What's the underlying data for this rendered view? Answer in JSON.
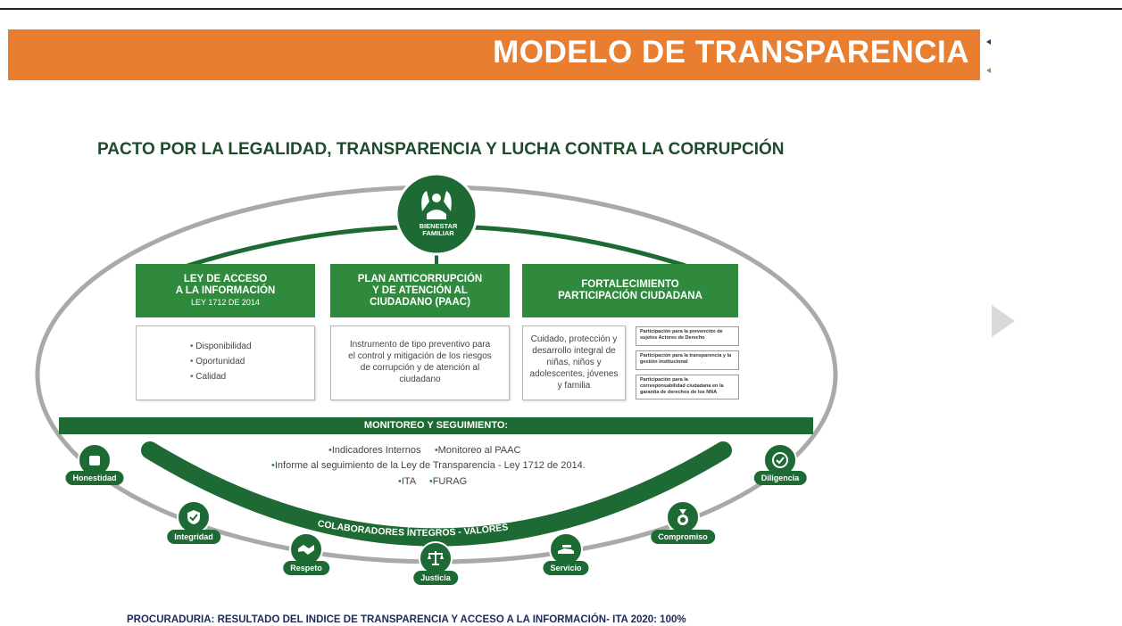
{
  "header": {
    "title": "MODELO DE TRANSPARENCIA"
  },
  "diagram": {
    "title": "PACTO POR LA LEGALIDAD, TRANSPARENCIA Y LUCHA CONTRA LA CORRUPCIÓN",
    "logo": {
      "line1": "BIENESTAR",
      "line2": "FAMILIAR"
    },
    "boxes": [
      {
        "title": "LEY DE ACCESO\nA LA INFORMACIÓN",
        "subtitle": "LEY 1712 DE 2014",
        "items": [
          "Disponibilidad",
          "Oportunidad",
          "Calidad"
        ]
      },
      {
        "title": "PLAN ANTICORRUPCIÓN\nY DE ATENCIÓN AL\nCIUDADANO (PAAC)",
        "body": "Instrumento de tipo preventivo para el control y mitigación de los riesgos de corrupción y de atención al ciudadano"
      },
      {
        "title": "FORTALECIMIENTO\nPARTICIPACIÓN CIUDADANA",
        "body": "Cuidado, protección y desarrollo integral de niñas, niños y adolescentes, jóvenes y familia",
        "sub_boxes": [
          "Participación para la prevención de sujetos Actores de Derecho",
          "Participación para la transparencia y la gestión institucional",
          "Participación para la corresponsabilidad ciudadana en la garantía de derechos de los NNA"
        ]
      }
    ],
    "monitoring": {
      "title": "MONITOREO Y SEGUIMIENTO:",
      "item1": "Indicadores Internos",
      "item2": "Monitoreo al PAAC",
      "item3": "Informe al seguimiento de la Ley de Transparencia - Ley 1712 de 2014.",
      "item4": "ITA",
      "item5": "FURAG"
    },
    "arc_label": "COLABORADORES ÍNTEGROS - VALORES",
    "values": [
      {
        "label": "Honestidad",
        "icon": "hand-heart-icon"
      },
      {
        "label": "Integridad",
        "icon": "shield-check-icon"
      },
      {
        "label": "Respeto",
        "icon": "handshake-icon"
      },
      {
        "label": "Justicia",
        "icon": "scales-icon"
      },
      {
        "label": "Servicio",
        "icon": "serving-hand-icon"
      },
      {
        "label": "Compromiso",
        "icon": "medal-icon"
      },
      {
        "label": "Diligencia",
        "icon": "check-circle-icon"
      }
    ]
  },
  "footer": {
    "note": "PROCURADURIA: RESULTADO DEL INDICE DE TRANSPARENCIA Y ACCESO A LA INFORMACIÓN- ITA 2020: 100%"
  },
  "colors": {
    "banner": "#e97e30",
    "green": "#2f8a3e",
    "dark_green": "#1e6a35",
    "title_green": "#1f4a2c",
    "footer_blue": "#1b2a5c"
  }
}
